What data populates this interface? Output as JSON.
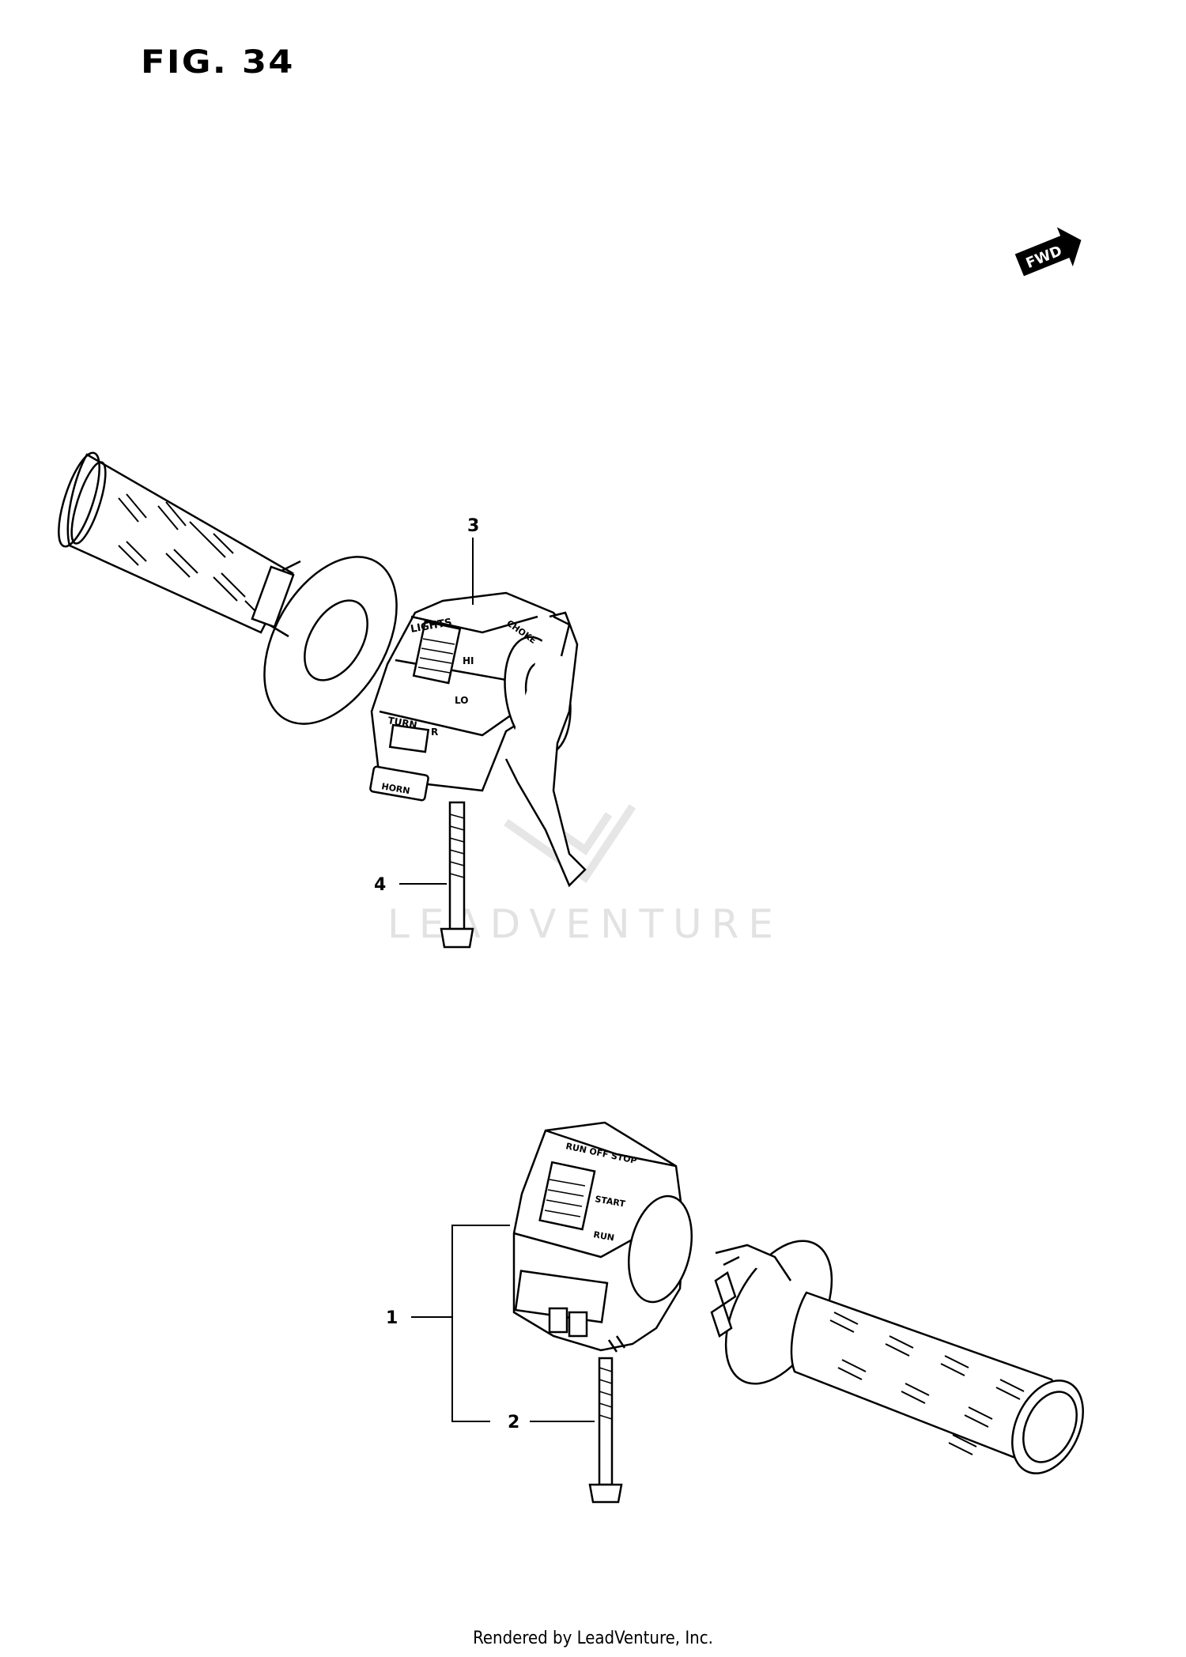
{
  "figure": {
    "title": "FIG. 34"
  },
  "direction_badge": {
    "text": "FWD",
    "icon": "forward-arrow-icon"
  },
  "callouts": [
    {
      "number": "3"
    },
    {
      "number": "4"
    },
    {
      "number": "1"
    },
    {
      "number": "2"
    }
  ],
  "switch_labels": {
    "left": {
      "lights": "LIGHTS",
      "hi": "HI",
      "lo": "LO",
      "turn": "TURN",
      "r": "R",
      "horn": "HORN",
      "choke": "CHOKE"
    },
    "right": {
      "run_stop": "RUN OFF STOP",
      "start": "START",
      "run": "RUN"
    }
  },
  "watermark": {
    "text": "LEADVENTURE"
  },
  "footer": {
    "text": "Rendered by LeadVenture, Inc."
  }
}
